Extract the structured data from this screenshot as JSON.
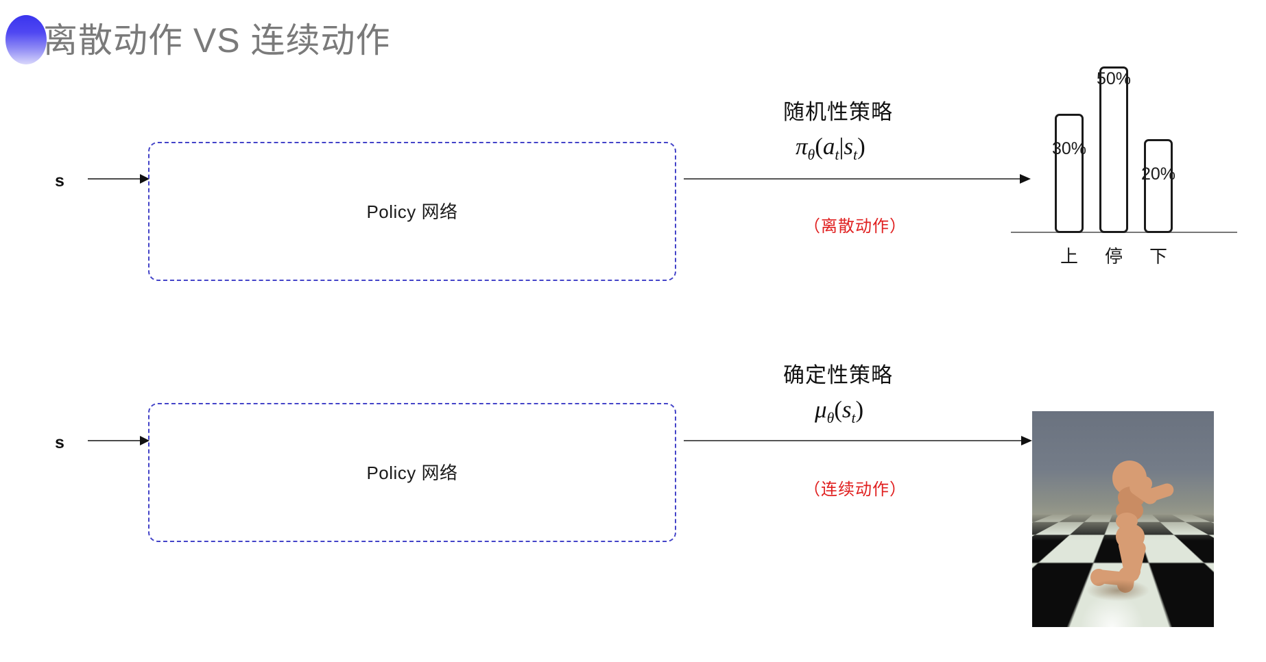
{
  "slide": {
    "title": "离散动作 VS 连续动作",
    "bullet_color_top": "#3a35ee",
    "bullet_color_bottom": "#d9d7fb",
    "title_color": "#7a7a7a",
    "background": "#ffffff"
  },
  "rows": {
    "discrete": {
      "input_label": "s",
      "box_label": "Policy 网络",
      "box_border_color": "#4343c8",
      "policy_title": "随机性策略",
      "policy_formula": {
        "fn": "π",
        "fn_sub": "θ",
        "open": "(",
        "arg1": "a",
        "arg1_sub": "t",
        "bar": "|",
        "arg2": "s",
        "arg2_sub": "t",
        "close": ")"
      },
      "note": "（离散动作）",
      "note_color": "#e02020"
    },
    "continuous": {
      "input_label": "s",
      "box_label": "Policy 网络",
      "box_border_color": "#4343c8",
      "policy_title": "确定性策略",
      "policy_formula": {
        "fn": "μ",
        "fn_sub": "θ",
        "open": "(",
        "arg1": "s",
        "arg1_sub": "t",
        "close": ")"
      },
      "note": "（连续动作）",
      "note_color": "#e02020"
    }
  },
  "chart_data": {
    "type": "bar",
    "title": "",
    "xlabel": "",
    "ylabel": "",
    "categories": [
      "上",
      "停",
      "下"
    ],
    "values": [
      30,
      50,
      20
    ],
    "value_labels": [
      "30%",
      "50%",
      "20%"
    ],
    "ylim": [
      0,
      60
    ],
    "grid": false,
    "legend": "none",
    "bar_fill": "#ffffff",
    "bar_stroke": "#1a1a1a",
    "axis_color": "#777777"
  },
  "humanoid": {
    "caption": "",
    "sky_color": "#6d7785",
    "floor_light": "#dfe6da",
    "floor_dark": "#0c0c0c",
    "body_color": "#d79c73"
  }
}
